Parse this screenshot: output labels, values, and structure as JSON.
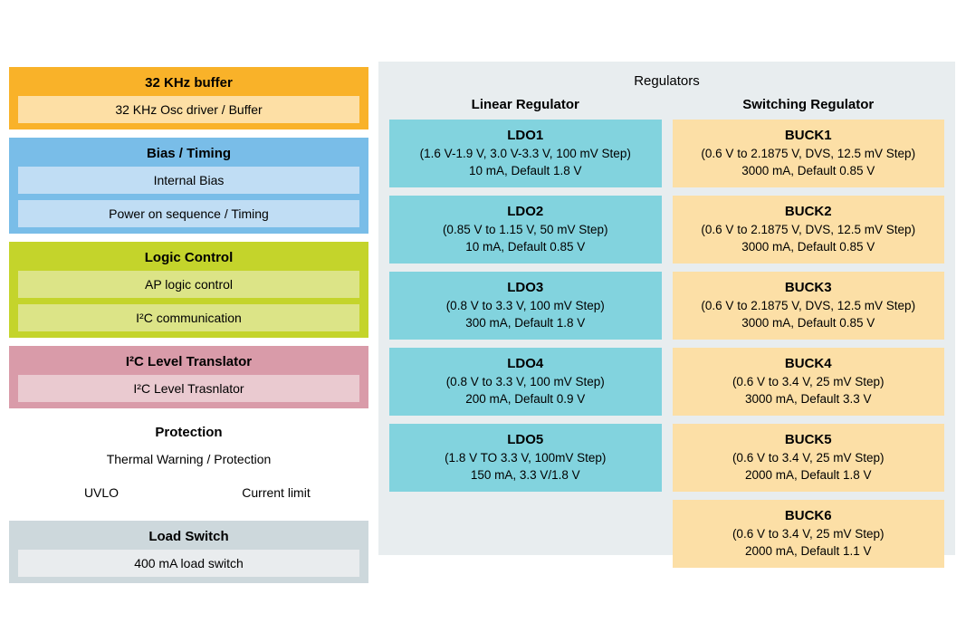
{
  "left_column": {
    "blocks": [
      {
        "id": "osc",
        "title": "32 KHz buffer",
        "rows": [
          {
            "cells": [
              "32 KHz Osc driver / Buffer"
            ]
          }
        ]
      },
      {
        "id": "bias",
        "title": "Bias / Timing",
        "rows": [
          {
            "cells": [
              "Internal Bias"
            ]
          },
          {
            "cells": [
              "Power on sequence / Timing"
            ]
          }
        ]
      },
      {
        "id": "logic",
        "title": "Logic Control",
        "rows": [
          {
            "cells": [
              "AP logic control"
            ]
          },
          {
            "cells": [
              "I²C communication"
            ]
          }
        ]
      },
      {
        "id": "i2c",
        "title": "I²C Level Translator",
        "rows": [
          {
            "cells": [
              "I²C Level Trasnlator"
            ]
          }
        ]
      },
      {
        "id": "protection",
        "title": "Protection",
        "rows": [
          {
            "cells": [
              "Thermal Warning / Protection"
            ]
          },
          {
            "cells": [
              "UVLO",
              "Current limit"
            ]
          }
        ]
      },
      {
        "id": "load",
        "title": "Load Switch",
        "rows": [
          {
            "cells": [
              "400 mA load switch"
            ]
          }
        ]
      }
    ]
  },
  "right_panel": {
    "title": "Regulators",
    "columns": [
      {
        "id": "linear",
        "header": "Linear Regulator",
        "cards": [
          {
            "name": "LDO1",
            "line1": "(1.6 V-1.9 V, 3.0 V-3.3 V, 100 mV Step)",
            "line2": "10 mA, Default 1.8 V"
          },
          {
            "name": "LDO2",
            "line1": "(0.85 V to 1.15 V, 50 mV Step)",
            "line2": "10 mA, Default 0.85 V"
          },
          {
            "name": "LDO3",
            "line1": "(0.8 V to 3.3 V, 100 mV Step)",
            "line2": "300 mA, Default 1.8 V"
          },
          {
            "name": "LDO4",
            "line1": "(0.8 V to 3.3 V, 100 mV Step)",
            "line2": "200 mA, Default 0.9 V"
          },
          {
            "name": "LDO5",
            "line1": "(1.8 V TO 3.3 V, 100mV Step)",
            "line2": "150 mA, 3.3 V/1.8 V"
          }
        ]
      },
      {
        "id": "switching",
        "header": "Switching Regulator",
        "cards": [
          {
            "name": "BUCK1",
            "line1": "(0.6 V to 2.1875 V, DVS, 12.5 mV Step)",
            "line2": "3000 mA, Default 0.85 V"
          },
          {
            "name": "BUCK2",
            "line1": "(0.6 V to 2.1875 V, DVS, 12.5 mV Step)",
            "line2": "3000 mA, Default 0.85 V"
          },
          {
            "name": "BUCK3",
            "line1": "(0.6 V to 2.1875 V, DVS, 12.5 mV Step)",
            "line2": "3000 mA, Default 0.85 V"
          },
          {
            "name": "BUCK4",
            "line1": "(0.6 V to 3.4 V, 25 mV Step)",
            "line2": "3000 mA, Default 3.3 V"
          },
          {
            "name": "BUCK5",
            "line1": "(0.6 V to 3.4 V, 25 mV Step)",
            "line2": "2000 mA, Default 1.8 V"
          },
          {
            "name": "BUCK6",
            "line1": "(0.6 V to 3.4 V, 25 mV Step)",
            "line2": "2000 mA, Default 1.1 V"
          }
        ]
      }
    ]
  },
  "colors": {
    "osc_header": "#F9B229",
    "osc_sub": "#FDDFA5",
    "bias_header": "#79BDE8",
    "bias_sub": "#C0DDF4",
    "logic_header": "#C4D42B",
    "logic_sub": "#DCE487",
    "i2c_header": "#D99BA9",
    "i2c_sub": "#EACAD0",
    "protection_header": "#BFDDF4",
    "protection_sub": "#E9ECEE",
    "load_header": "#CDD8DC",
    "load_sub": "#E9ECEE",
    "panel_bg": "#E8EDEF",
    "ldo_card": "#82D3DE",
    "buck_card": "#FCDFA6"
  }
}
